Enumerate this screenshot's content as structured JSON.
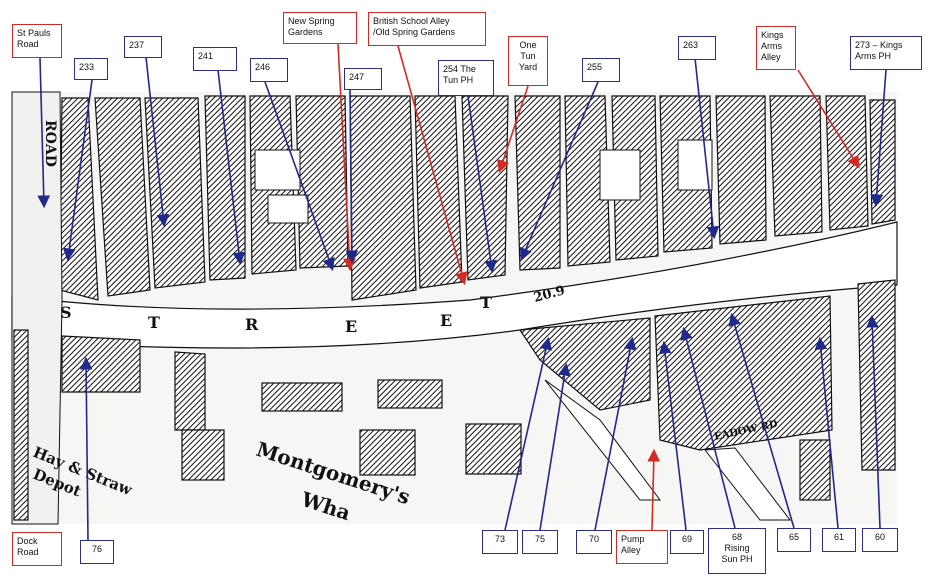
{
  "labels": {
    "st_pauls_road": "St Pauls\nRoad",
    "n233": "233",
    "n237": "237",
    "n241": "241",
    "n246": "246",
    "n247": "247",
    "new_spring_gardens": "New Spring\nGardens",
    "british_school_alley": "British School Alley\n/Old Spring Gardens",
    "tun_ph": "254 The\nTun PH",
    "one_tun_yard": "One\nTun\nYard",
    "n255": "255",
    "n263": "263",
    "kings_arms_alley": "Kings\nArms\nAlley",
    "kings_arms_ph": "273 – Kings\nArms PH",
    "dock_road": "Dock\nRoad",
    "n76": "76",
    "n73": "73",
    "n75": "75",
    "n70": "70",
    "pump_alley": "Pump\nAlley",
    "n69": "69",
    "rising_sun": "68\nRising\nSun PH",
    "n65": "65",
    "n61": "61",
    "n60": "60"
  },
  "map_text": {
    "road_vertical": "ROAD",
    "street_letters": [
      "S",
      "T",
      "R",
      "E",
      "E",
      "T"
    ],
    "street_number": "20.9",
    "montgomery": "Montgomery's",
    "wharf": "Wha",
    "hay_straw": "Hay & Straw",
    "depot": "Depot",
    "meadow": "EADOW RD"
  },
  "colors": {
    "red_border": "#d22b23",
    "blue_border": "#2b2f86"
  }
}
